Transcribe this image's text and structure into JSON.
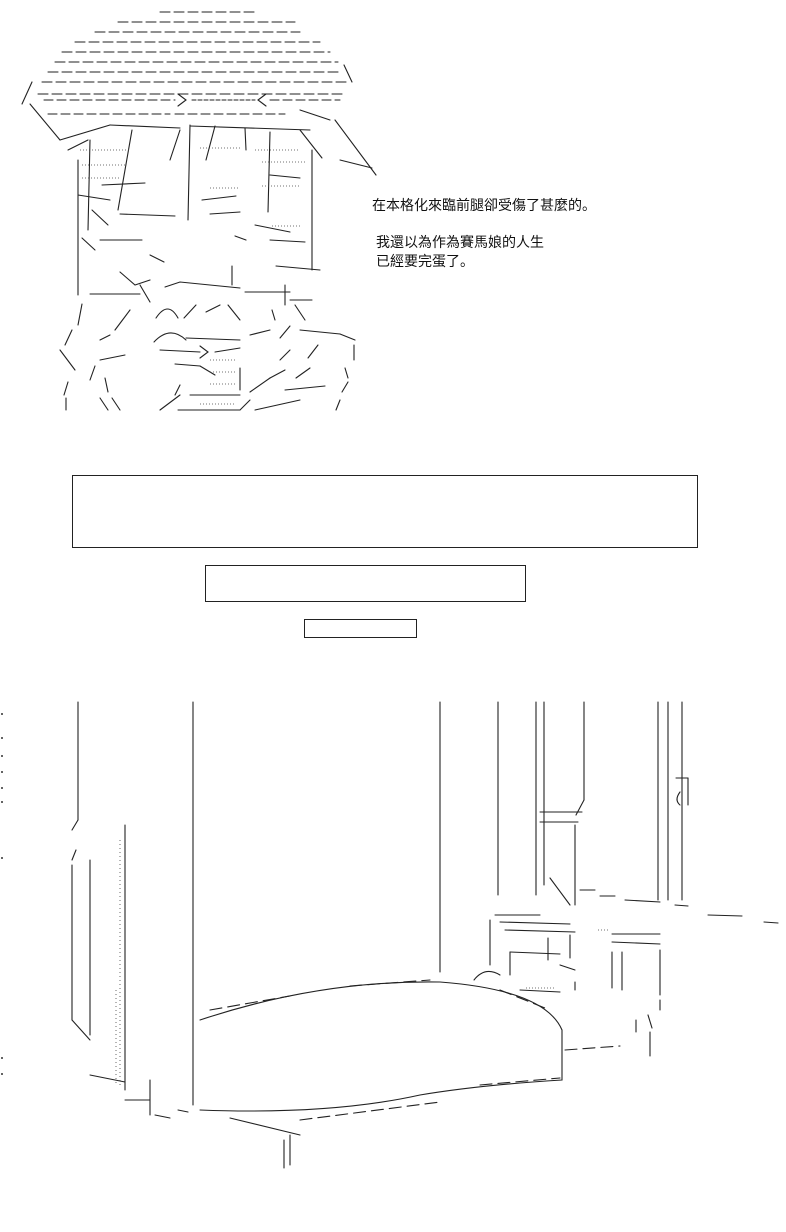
{
  "caption": {
    "line1": "在本格化來臨前腿卻受傷了甚麼的。",
    "line2": "我還以為作為賽馬娘的人生",
    "line3": "已經要完蛋了。"
  },
  "boxes": {
    "large": "",
    "medium": "",
    "small": ""
  }
}
